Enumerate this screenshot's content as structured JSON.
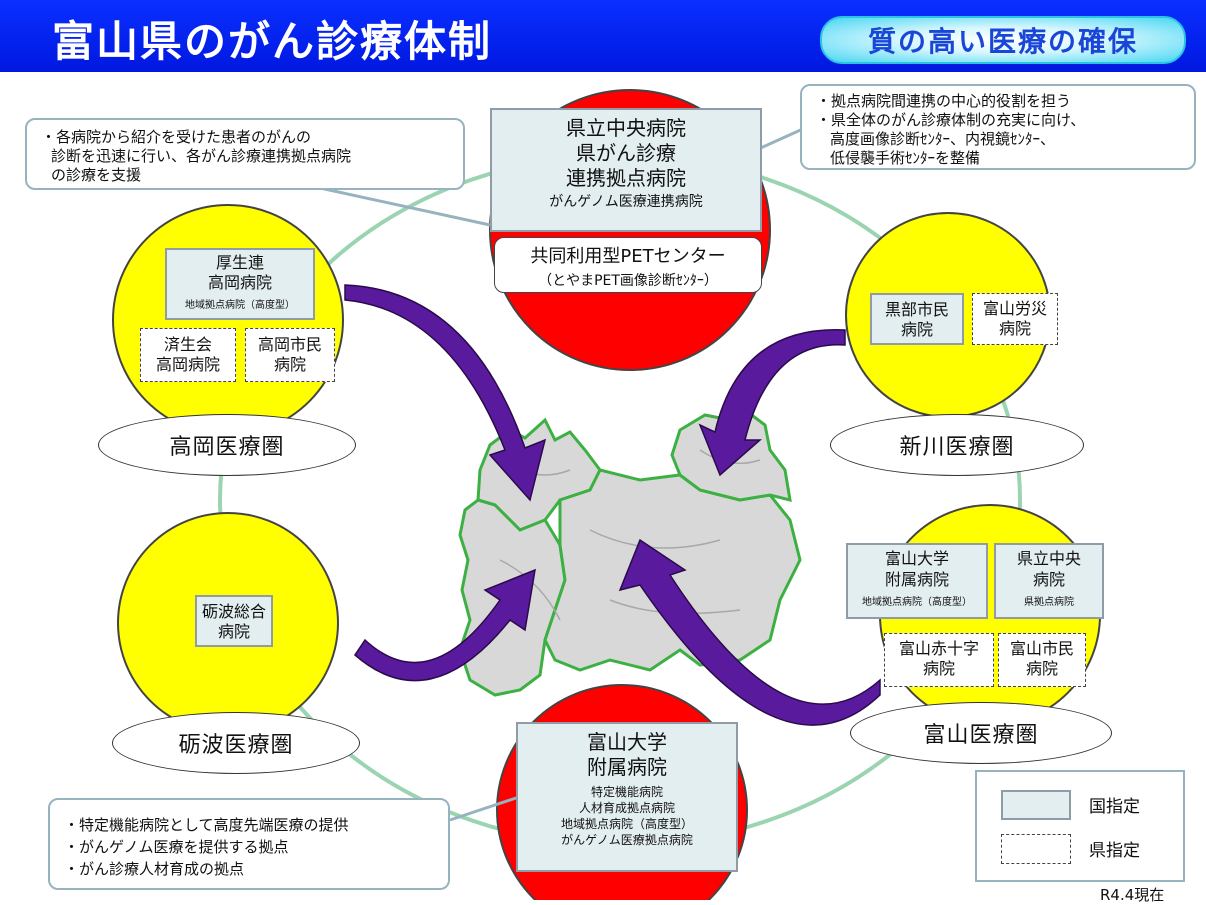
{
  "header": {
    "title": "富山県のがん診療体制",
    "badge": "質の高い医療の確保"
  },
  "center": {
    "main_box": {
      "line1": "県立中央病院",
      "line2": "県がん診療",
      "line3": "連携拠点病院",
      "line4": "がんゲノム医療連携病院"
    },
    "pet_box": {
      "line1": "共同利用型PETセンター",
      "line2": "（とやまPET画像診断ｾﾝﾀｰ）"
    }
  },
  "callout_top_left": {
    "lines": [
      "・各病院から紹介を受けた患者のがんの",
      "診断を迅速に行い、各がん診療連携拠点病院",
      "の診療を支援"
    ]
  },
  "callout_top_right": {
    "lines": [
      "・拠点病院間連携の中心的役割を担う",
      "・県全体のがん診療体制の充実に向け、",
      "高度画像診断ｾﾝﾀｰ、内視鏡ｾﾝﾀｰ、",
      "低侵襲手術ｾﾝﾀｰを整備"
    ]
  },
  "takaoka": {
    "area_label": "高岡医療圏",
    "main": {
      "line1": "厚生連",
      "line2": "高岡病院",
      "sub": "地域拠点病院（高度型）"
    },
    "pref1": {
      "line1": "済生会",
      "line2": "高岡病院"
    },
    "pref2": {
      "line1": "高岡市民",
      "line2": "病院"
    }
  },
  "shinkawa": {
    "area_label": "新川医療圏",
    "box1": {
      "line1": "黒部市民",
      "line2": "病院"
    },
    "box2": {
      "line1": "富山労災",
      "line2": "病院"
    }
  },
  "tonami": {
    "area_label": "砺波医療圏",
    "box1": {
      "line1": "砺波総合",
      "line2": "病院"
    }
  },
  "toyama": {
    "area_label": "富山医療圏",
    "box1": {
      "line1": "富山大学",
      "line2": "附属病院",
      "sub": "地域拠点病院（高度型）"
    },
    "box2": {
      "line1": "県立中央",
      "line2": "病院",
      "sub": "県拠点病院"
    },
    "pref1": {
      "line1": "富山赤十字",
      "line2": "病院"
    },
    "pref2": {
      "line1": "富山市民",
      "line2": "病院"
    }
  },
  "univ": {
    "line1": "富山大学",
    "line2": "附属病院",
    "subs": [
      "特定機能病院",
      "人材育成拠点病院",
      "地域拠点病院（高度型）",
      "がんゲノム医療拠点病院"
    ]
  },
  "callout_bottom_left": {
    "lines": [
      "・特定機能病院として高度先端医療の提供",
      "・がんゲノム医療を提供する拠点",
      "・がん診療人材育成の拠点"
    ]
  },
  "legend": {
    "national": "国指定",
    "prefectural": "県指定"
  },
  "footnote": "R4.4現在",
  "colors": {
    "header_blue": "#0a2fff",
    "red_circle": "#ff0000",
    "yellow_circle": "#ffff00",
    "ring_green": "#9bd4b0",
    "arrow_purple": "#5a1a9e",
    "map_fill": "#d8d8d8",
    "map_border": "#3cb043"
  }
}
